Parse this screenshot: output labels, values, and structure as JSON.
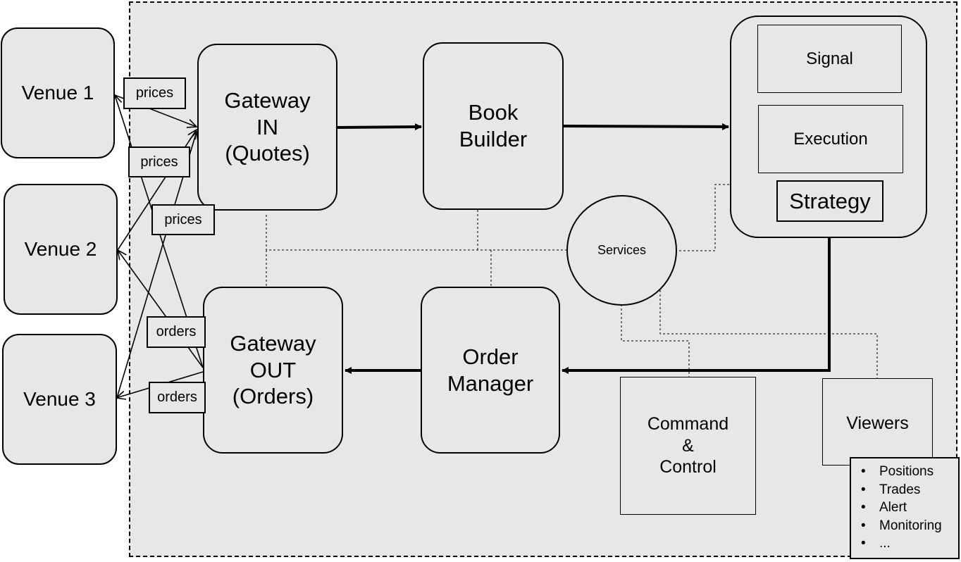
{
  "venues": [
    {
      "label": "Venue 1"
    },
    {
      "label": "Venue 2"
    },
    {
      "label": "Venue 3"
    }
  ],
  "components": {
    "gateway_in": "Gateway\nIN\n(Quotes)",
    "book_builder": "Book\nBuilder",
    "gateway_out": "Gateway\nOUT\n(Orders)",
    "order_manager": "Order\nManager"
  },
  "strategy": {
    "signal": "Signal",
    "execution": "Execution",
    "title": "Strategy"
  },
  "services": "Services",
  "command_control": "Command\n&\nControl",
  "viewers": {
    "title": "Viewers",
    "items": [
      "Positions",
      "Trades",
      "Alert",
      "Monitoring",
      "..."
    ]
  },
  "flow_tags": {
    "prices": [
      "prices",
      "prices",
      "prices"
    ],
    "orders": [
      "orders",
      "orders"
    ]
  }
}
